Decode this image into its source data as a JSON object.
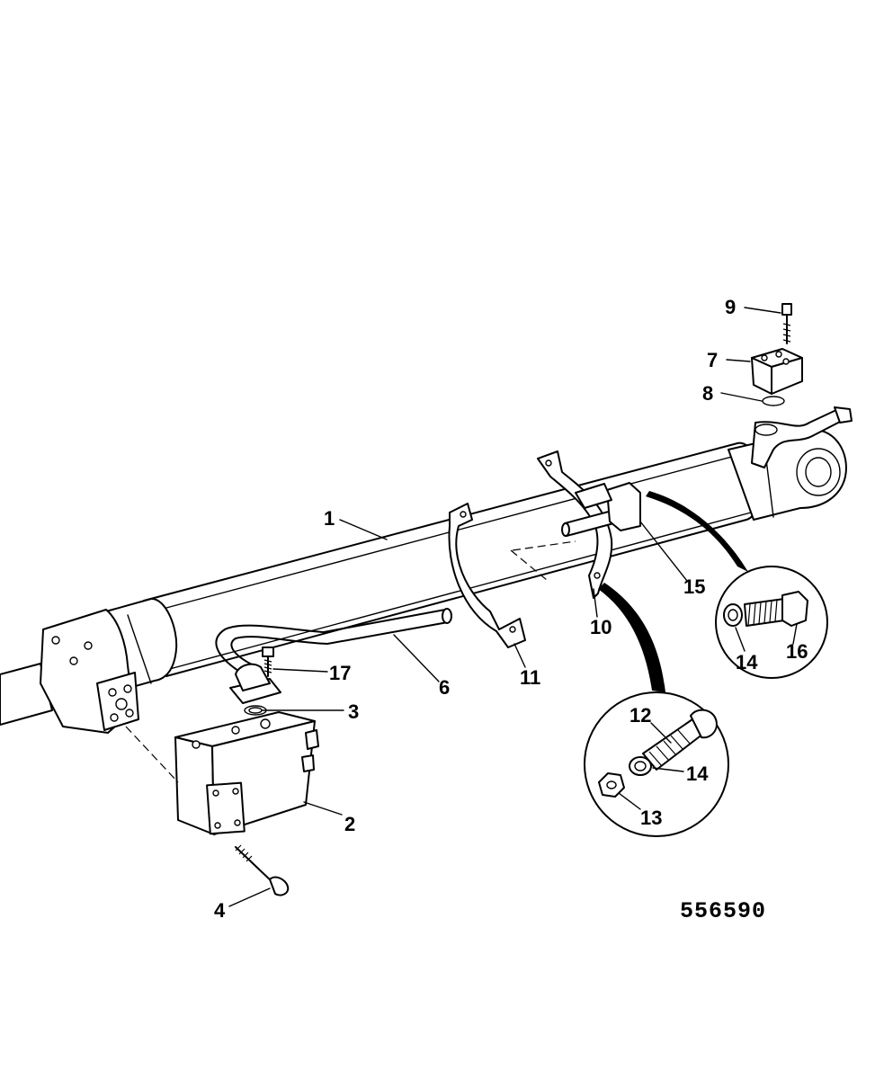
{
  "drawing_number": "556590",
  "callouts": {
    "c1": "1",
    "c2": "2",
    "c3": "3",
    "c4": "4",
    "c6": "6",
    "c7": "7",
    "c8": "8",
    "c9": "9",
    "c10": "10",
    "c11": "11",
    "c12": "12",
    "c13": "13",
    "c14a": "14",
    "c14b": "14",
    "c15": "15",
    "c16": "16",
    "c17": "17"
  }
}
